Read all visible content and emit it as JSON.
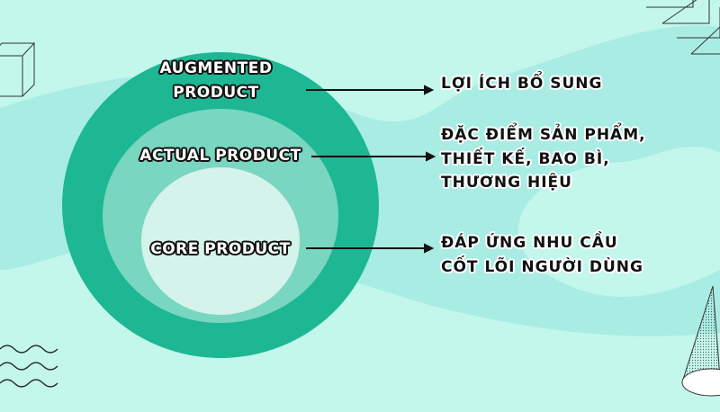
{
  "colors": {
    "background": "#c3f7ec",
    "wave": "#a9ece4",
    "augmented_ring": "#1db794",
    "actual_ring": "#79d6c0",
    "core": "#d4f3ea"
  },
  "layers": [
    {
      "label_lines": [
        "AUGMENTED",
        "PRODUCT"
      ],
      "description_lines": [
        "LỢI ÍCH BỔ SUNG"
      ]
    },
    {
      "label_lines": [
        "ACTUAL PRODUCT"
      ],
      "description_lines": [
        "ĐẶC ĐIỂM SẢN PHẨM,",
        "THIẾT KẾ, BAO BÌ,",
        "THƯƠNG HIỆU"
      ]
    },
    {
      "label_lines": [
        "CORE PRODUCT"
      ],
      "description_lines": [
        "ĐÁP ỨNG NHU CẦU",
        "CỐT LÕI NGƯỜI DÙNG"
      ]
    }
  ],
  "decorations": [
    "cube-outline",
    "triangles",
    "wavy-lines",
    "dotted-cone"
  ]
}
